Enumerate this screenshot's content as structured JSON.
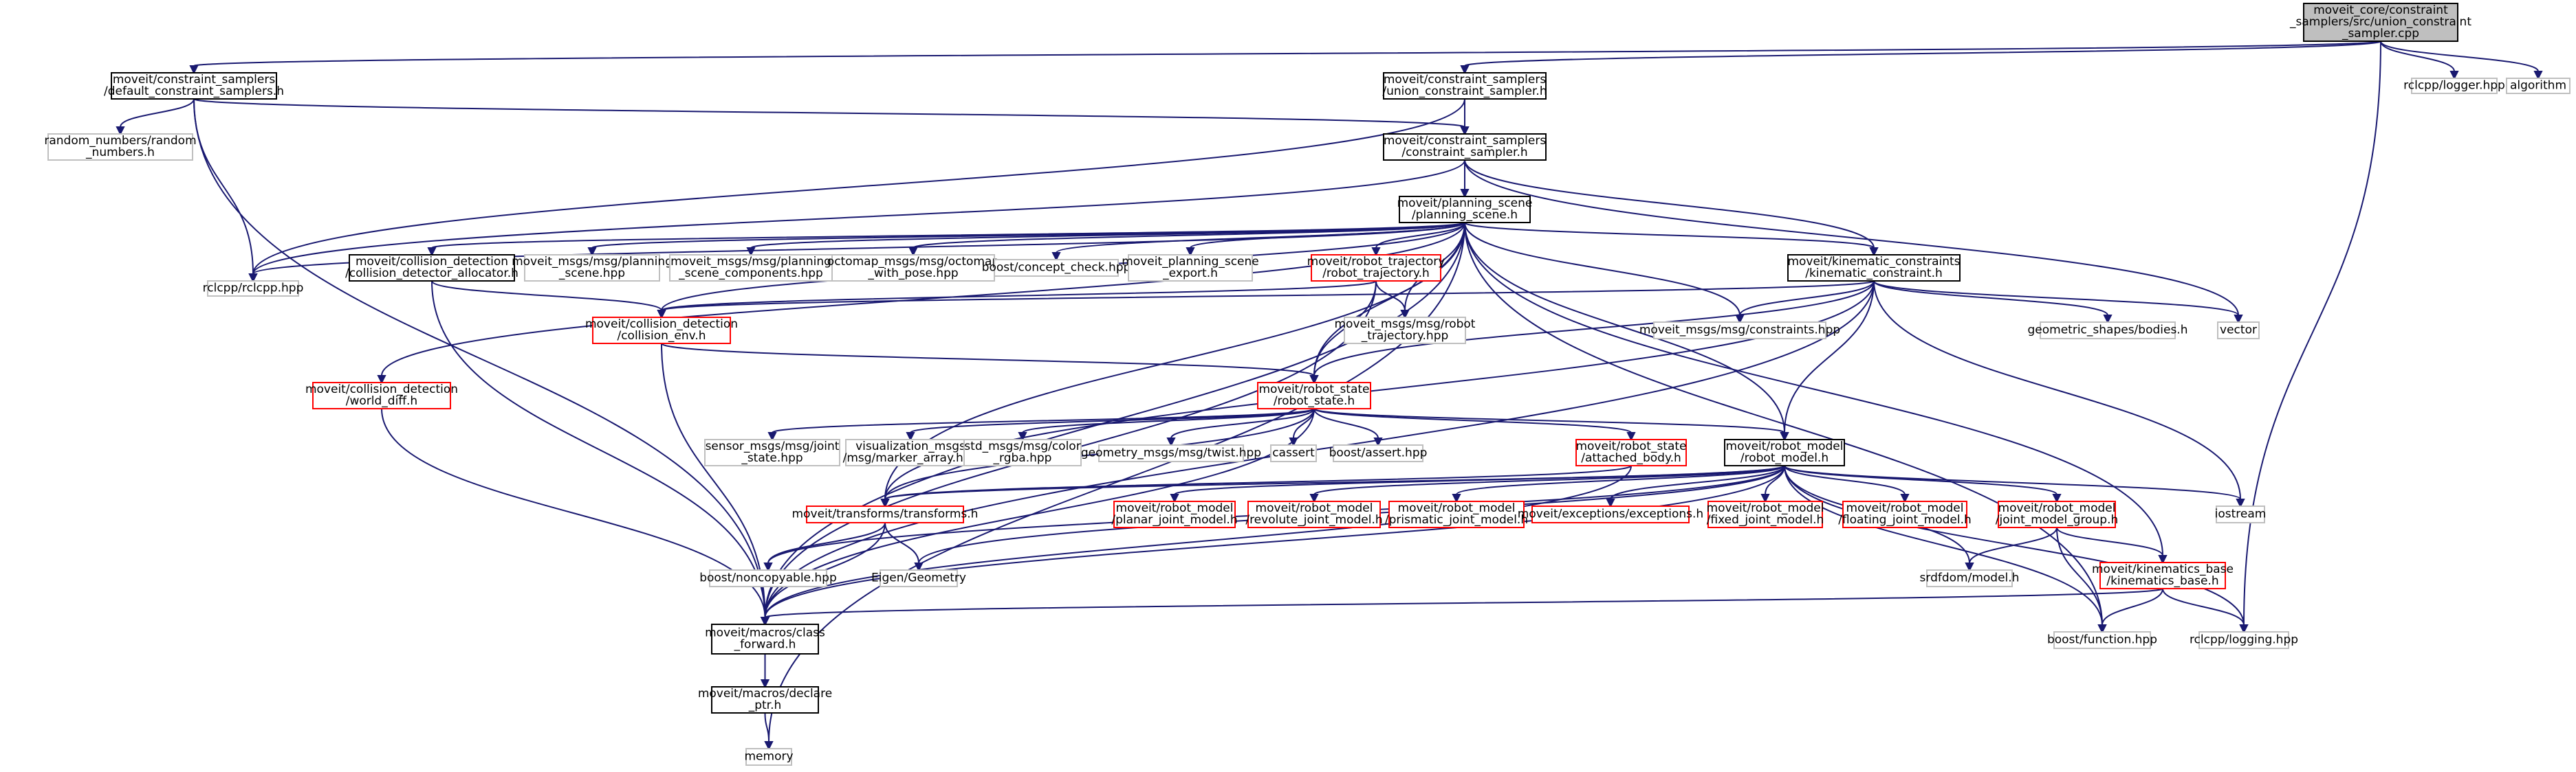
{
  "colors": {
    "edge": "#191970",
    "border_default": "#000000",
    "border_plain": "#bfbfbf",
    "border_red": "#ff0000",
    "fill_default": "#ffffff",
    "fill_root": "#bfbfbf"
  },
  "nodes": [
    {
      "id": "root",
      "style": "root",
      "lines": [
        "moveit_core/constraint",
        "_samplers/src/union_constraint",
        "_sampler.cpp"
      ]
    },
    {
      "id": "default_cs",
      "style": "normal",
      "lines": [
        "moveit/constraint_samplers",
        "/default_constraint_samplers.h"
      ]
    },
    {
      "id": "union_cs",
      "style": "normal",
      "lines": [
        "moveit/constraint_samplers",
        "/union_constraint_sampler.h"
      ]
    },
    {
      "id": "rclcpp_logger",
      "style": "plain",
      "lines": [
        "rclcpp/logger.hpp"
      ]
    },
    {
      "id": "algorithm",
      "style": "plain",
      "lines": [
        "algorithm"
      ]
    },
    {
      "id": "random_numbers",
      "style": "plain",
      "lines": [
        "random_numbers/random",
        "_numbers.h"
      ]
    },
    {
      "id": "constraint_sampler",
      "style": "normal",
      "lines": [
        "moveit/constraint_samplers",
        "/constraint_sampler.h"
      ]
    },
    {
      "id": "planning_scene",
      "style": "normal",
      "lines": [
        "moveit/planning_scene",
        "/planning_scene.h"
      ]
    },
    {
      "id": "cd_allocator",
      "style": "normal",
      "lines": [
        "moveit/collision_detection",
        "/collision_detector_allocator.h"
      ]
    },
    {
      "id": "msg_planning_scene",
      "style": "plain",
      "lines": [
        "moveit_msgs/msg/planning",
        "_scene.hpp"
      ]
    },
    {
      "id": "msg_psc",
      "style": "plain",
      "lines": [
        "moveit_msgs/msg/planning",
        "_scene_components.hpp"
      ]
    },
    {
      "id": "octomap",
      "style": "plain",
      "lines": [
        "octomap_msgs/msg/octomap",
        "_with_pose.hpp"
      ]
    },
    {
      "id": "concept_check",
      "style": "plain",
      "lines": [
        "boost/concept_check.hpp"
      ]
    },
    {
      "id": "ps_export",
      "style": "plain",
      "lines": [
        "moveit_planning_scene",
        "_export.h"
      ]
    },
    {
      "id": "robot_trajectory",
      "style": "red",
      "lines": [
        "moveit/robot_trajectory",
        "/robot_trajectory.h"
      ]
    },
    {
      "id": "kin_constraint",
      "style": "normal",
      "lines": [
        "moveit/kinematic_constraints",
        "/kinematic_constraint.h"
      ]
    },
    {
      "id": "rclcpp",
      "style": "plain",
      "lines": [
        "rclcpp/rclcpp.hpp"
      ]
    },
    {
      "id": "collision_env",
      "style": "red",
      "lines": [
        "moveit/collision_detection",
        "/collision_env.h"
      ]
    },
    {
      "id": "msg_robot_traj",
      "style": "plain",
      "lines": [
        "moveit_msgs/msg/robot",
        "_trajectory.hpp"
      ]
    },
    {
      "id": "msg_constraints",
      "style": "plain",
      "lines": [
        "moveit_msgs/msg/constraints.hpp"
      ]
    },
    {
      "id": "geom_bodies",
      "style": "plain",
      "lines": [
        "geometric_shapes/bodies.h"
      ]
    },
    {
      "id": "vector",
      "style": "plain",
      "lines": [
        "vector"
      ]
    },
    {
      "id": "world_diff",
      "style": "red",
      "lines": [
        "moveit/collision_detection",
        "/world_diff.h"
      ]
    },
    {
      "id": "robot_state",
      "style": "red",
      "lines": [
        "moveit/robot_state",
        "/robot_state.h"
      ]
    },
    {
      "id": "sensor_joint",
      "style": "plain",
      "lines": [
        "sensor_msgs/msg/joint",
        "_state.hpp"
      ]
    },
    {
      "id": "viz_marker",
      "style": "plain",
      "lines": [
        "visualization_msgs",
        "/msg/marker_array.hpp"
      ]
    },
    {
      "id": "color_rgba",
      "style": "plain",
      "lines": [
        "std_msgs/msg/color",
        "_rgba.hpp"
      ]
    },
    {
      "id": "twist",
      "style": "plain",
      "lines": [
        "geometry_msgs/msg/twist.hpp"
      ]
    },
    {
      "id": "cassert",
      "style": "plain",
      "lines": [
        "cassert"
      ]
    },
    {
      "id": "boost_assert",
      "style": "plain",
      "lines": [
        "boost/assert.hpp"
      ]
    },
    {
      "id": "attached_body",
      "style": "red",
      "lines": [
        "moveit/robot_state",
        "/attached_body.h"
      ]
    },
    {
      "id": "robot_model",
      "style": "normal",
      "lines": [
        "moveit/robot_model",
        "/robot_model.h"
      ]
    },
    {
      "id": "transforms",
      "style": "red",
      "lines": [
        "moveit/transforms/transforms.h"
      ]
    },
    {
      "id": "planar_joint",
      "style": "red",
      "lines": [
        "moveit/robot_model",
        "/planar_joint_model.h"
      ]
    },
    {
      "id": "revolute_joint",
      "style": "red",
      "lines": [
        "moveit/robot_model",
        "/revolute_joint_model.h"
      ]
    },
    {
      "id": "prismatic_joint",
      "style": "red",
      "lines": [
        "moveit/robot_model",
        "/prismatic_joint_model.h"
      ]
    },
    {
      "id": "exceptions",
      "style": "red",
      "lines": [
        "moveit/exceptions/exceptions.h"
      ]
    },
    {
      "id": "fixed_joint",
      "style": "red",
      "lines": [
        "moveit/robot_model",
        "/fixed_joint_model.h"
      ]
    },
    {
      "id": "floating_joint",
      "style": "red",
      "lines": [
        "moveit/robot_model",
        "/floating_joint_model.h"
      ]
    },
    {
      "id": "joint_group",
      "style": "red",
      "lines": [
        "moveit/robot_model",
        "/joint_model_group.h"
      ]
    },
    {
      "id": "iostream",
      "style": "plain",
      "lines": [
        "iostream"
      ]
    },
    {
      "id": "noncopyable",
      "style": "plain",
      "lines": [
        "boost/noncopyable.hpp"
      ]
    },
    {
      "id": "eigen",
      "style": "plain",
      "lines": [
        "Eigen/Geometry"
      ]
    },
    {
      "id": "srdfdom",
      "style": "plain",
      "lines": [
        "srdfdom/model.h"
      ]
    },
    {
      "id": "kin_base",
      "style": "red",
      "lines": [
        "moveit/kinematics_base",
        "/kinematics_base.h"
      ]
    },
    {
      "id": "class_forward",
      "style": "normal",
      "lines": [
        "moveit/macros/class",
        "_forward.h"
      ]
    },
    {
      "id": "boost_function",
      "style": "plain",
      "lines": [
        "boost/function.hpp"
      ]
    },
    {
      "id": "rclcpp_logging",
      "style": "plain",
      "lines": [
        "rclcpp/logging.hpp"
      ]
    },
    {
      "id": "declare_ptr",
      "style": "normal",
      "lines": [
        "moveit/macros/declare",
        "_ptr.h"
      ]
    },
    {
      "id": "memory",
      "style": "plain",
      "lines": [
        "memory"
      ]
    }
  ],
  "edges": [
    [
      "root",
      "default_cs"
    ],
    [
      "root",
      "union_cs"
    ],
    [
      "root",
      "rclcpp_logger"
    ],
    [
      "root",
      "algorithm"
    ],
    [
      "root",
      "rclcpp_logging"
    ],
    [
      "default_cs",
      "random_numbers"
    ],
    [
      "default_cs",
      "constraint_sampler"
    ],
    [
      "default_cs",
      "rclcpp"
    ],
    [
      "default_cs",
      "class_forward"
    ],
    [
      "union_cs",
      "constraint_sampler"
    ],
    [
      "union_cs",
      "rclcpp"
    ],
    [
      "constraint_sampler",
      "planning_scene"
    ],
    [
      "constraint_sampler",
      "kin_constraint"
    ],
    [
      "constraint_sampler",
      "rclcpp"
    ],
    [
      "constraint_sampler",
      "vector"
    ],
    [
      "planning_scene",
      "cd_allocator"
    ],
    [
      "planning_scene",
      "msg_planning_scene"
    ],
    [
      "planning_scene",
      "msg_psc"
    ],
    [
      "planning_scene",
      "octomap"
    ],
    [
      "planning_scene",
      "concept_check"
    ],
    [
      "planning_scene",
      "ps_export"
    ],
    [
      "planning_scene",
      "robot_trajectory"
    ],
    [
      "planning_scene",
      "kin_constraint"
    ],
    [
      "planning_scene",
      "rclcpp"
    ],
    [
      "planning_scene",
      "collision_env"
    ],
    [
      "planning_scene",
      "world_diff"
    ],
    [
      "planning_scene",
      "msg_robot_traj"
    ],
    [
      "planning_scene",
      "msg_constraints"
    ],
    [
      "planning_scene",
      "robot_state"
    ],
    [
      "planning_scene",
      "robot_model"
    ],
    [
      "planning_scene",
      "transforms"
    ],
    [
      "planning_scene",
      "class_forward"
    ],
    [
      "planning_scene",
      "memory"
    ],
    [
      "planning_scene",
      "boost_function"
    ],
    [
      "planning_scene",
      "kin_base"
    ],
    [
      "cd_allocator",
      "collision_env"
    ],
    [
      "cd_allocator",
      "class_forward"
    ],
    [
      "robot_trajectory",
      "msg_robot_traj"
    ],
    [
      "robot_trajectory",
      "robot_state"
    ],
    [
      "robot_trajectory",
      "collision_env"
    ],
    [
      "robot_trajectory",
      "class_forward"
    ],
    [
      "kin_constraint",
      "msg_constraints"
    ],
    [
      "kin_constraint",
      "geom_bodies"
    ],
    [
      "kin_constraint",
      "vector"
    ],
    [
      "kin_constraint",
      "collision_env"
    ],
    [
      "kin_constraint",
      "robot_state"
    ],
    [
      "kin_constraint",
      "robot_model"
    ],
    [
      "kin_constraint",
      "transforms"
    ],
    [
      "kin_constraint",
      "iostream"
    ],
    [
      "kin_constraint",
      "class_forward"
    ],
    [
      "collision_env",
      "robot_state"
    ],
    [
      "collision_env",
      "class_forward"
    ],
    [
      "world_diff",
      "class_forward"
    ],
    [
      "robot_state",
      "sensor_joint"
    ],
    [
      "robot_state",
      "viz_marker"
    ],
    [
      "robot_state",
      "color_rgba"
    ],
    [
      "robot_state",
      "twist"
    ],
    [
      "robot_state",
      "cassert"
    ],
    [
      "robot_state",
      "boost_assert"
    ],
    [
      "robot_state",
      "attached_body"
    ],
    [
      "robot_state",
      "robot_model"
    ],
    [
      "robot_state",
      "transforms"
    ],
    [
      "robot_state",
      "class_forward"
    ],
    [
      "attached_body",
      "transforms"
    ],
    [
      "attached_body",
      "class_forward"
    ],
    [
      "robot_model",
      "transforms"
    ],
    [
      "robot_model",
      "planar_joint"
    ],
    [
      "robot_model",
      "revolute_joint"
    ],
    [
      "robot_model",
      "prismatic_joint"
    ],
    [
      "robot_model",
      "exceptions"
    ],
    [
      "robot_model",
      "fixed_joint"
    ],
    [
      "robot_model",
      "floating_joint"
    ],
    [
      "robot_model",
      "joint_group"
    ],
    [
      "robot_model",
      "iostream"
    ],
    [
      "robot_model",
      "noncopyable"
    ],
    [
      "robot_model",
      "eigen"
    ],
    [
      "robot_model",
      "srdfdom"
    ],
    [
      "robot_model",
      "class_forward"
    ],
    [
      "robot_model",
      "rclcpp_logging"
    ],
    [
      "robot_model",
      "boost_function"
    ],
    [
      "transforms",
      "noncopyable"
    ],
    [
      "transforms",
      "eigen"
    ],
    [
      "transforms",
      "class_forward"
    ],
    [
      "joint_group",
      "kin_base"
    ],
    [
      "joint_group",
      "srdfdom"
    ],
    [
      "joint_group",
      "boost_function"
    ],
    [
      "kin_base",
      "class_forward"
    ],
    [
      "kin_base",
      "rclcpp_logging"
    ],
    [
      "kin_base",
      "boost_function"
    ],
    [
      "class_forward",
      "declare_ptr"
    ],
    [
      "declare_ptr",
      "memory"
    ]
  ]
}
